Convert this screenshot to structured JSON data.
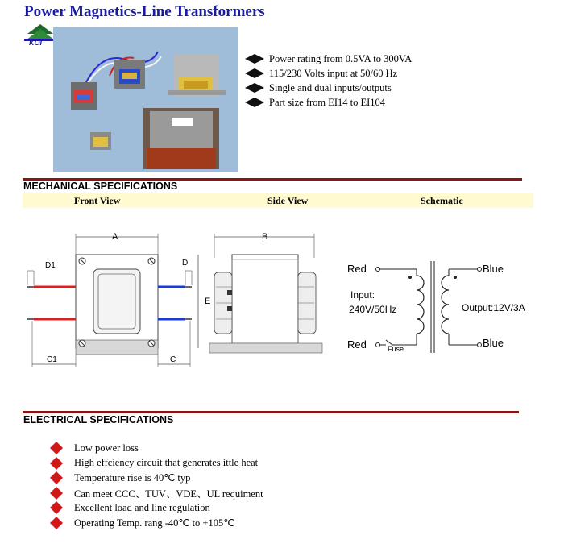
{
  "header": {
    "title": "Power Magnetics-Line Transformers",
    "logo_text": "KOI"
  },
  "features": [
    "Power rating from 0.5VA to 300VA",
    "115/230 Volts input at 50/60 Hz",
    "Single and dual inputs/outputs",
    "Part size from EI14 to EI104"
  ],
  "mechanical": {
    "heading": "MECHANICAL SPECIFICATIONS",
    "columns": [
      "Front View",
      "Side View",
      "Schematic"
    ],
    "front_labels": {
      "a": "A",
      "d1": "D1",
      "d": "D",
      "c1": "C1",
      "c": "C"
    },
    "side_labels": {
      "b": "B",
      "e": "E"
    },
    "schematic_labels": {
      "red_top": "Red",
      "red_bottom": "Red",
      "blue_top": "Blue",
      "blue_bottom": "Blue",
      "input_line1": "Input:",
      "input_line2": "240V/50Hz",
      "output": "Output:12V/3A",
      "fuse": "Fuse"
    }
  },
  "electrical": {
    "heading": "ELECTRICAL SPECIFICATIONS",
    "items": [
      "Low power loss",
      "High effciency circuit that generates ittle heat",
      "Temperature rise is 40℃ typ",
      "Can meet CCC、TUV、VDE、UL requiment",
      "Excellent load and line regulation",
      "Operating Temp. rang -40℃ to +105℃"
    ]
  },
  "colors": {
    "title": "#1a1aa0",
    "rule": "#8b1414",
    "band": "#fffad0",
    "bullet_red": "#d01818",
    "wire_red": "#e02020",
    "wire_blue": "#1a3ad8"
  }
}
